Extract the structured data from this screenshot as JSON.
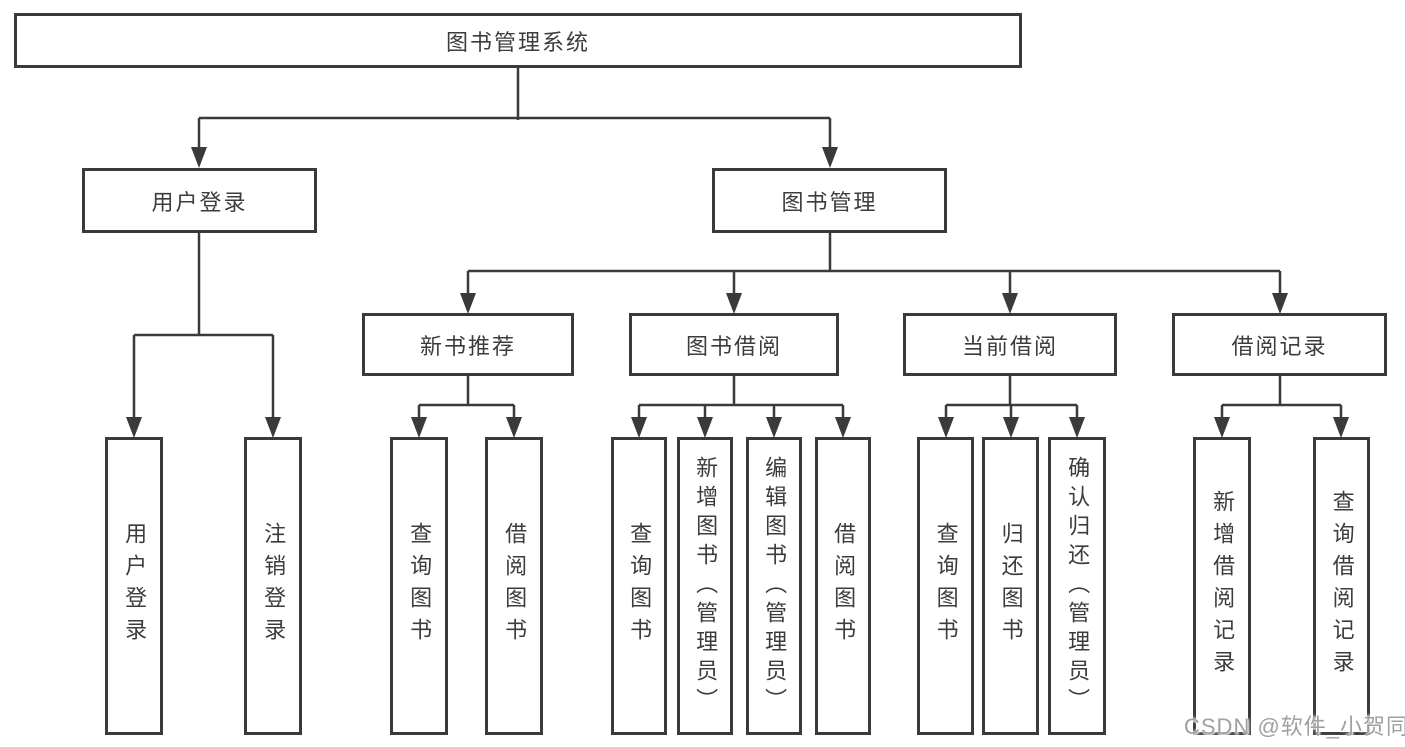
{
  "diagram": {
    "title": "图书管理系统",
    "watermark": "CSDN @软件_小贺同学",
    "colors": {
      "line": "#3a3a3a",
      "box_border": "#3a3a3a",
      "text": "#3c3c3c",
      "background": "#ffffff",
      "watermark_text": "#a0a0a0"
    },
    "tree": {
      "label": "图书管理系统",
      "children": [
        {
          "label": "用户登录",
          "children": [
            {
              "label": "用户登录"
            },
            {
              "label": "注销登录"
            }
          ]
        },
        {
          "label": "图书管理",
          "children": [
            {
              "label": "新书推荐",
              "children": [
                {
                  "label": "查询图书"
                },
                {
                  "label": "借阅图书"
                }
              ]
            },
            {
              "label": "图书借阅",
              "children": [
                {
                  "label": "查询图书"
                },
                {
                  "label": "新增图书（管理员）"
                },
                {
                  "label": "编辑图书（管理员）"
                },
                {
                  "label": "借阅图书"
                }
              ]
            },
            {
              "label": "当前借阅",
              "children": [
                {
                  "label": "查询图书"
                },
                {
                  "label": "归还图书"
                },
                {
                  "label": "确认归还（管理员）"
                }
              ]
            },
            {
              "label": "借阅记录",
              "children": [
                {
                  "label": "新增借阅记录"
                },
                {
                  "label": "查询借阅记录"
                }
              ]
            }
          ]
        }
      ]
    }
  }
}
